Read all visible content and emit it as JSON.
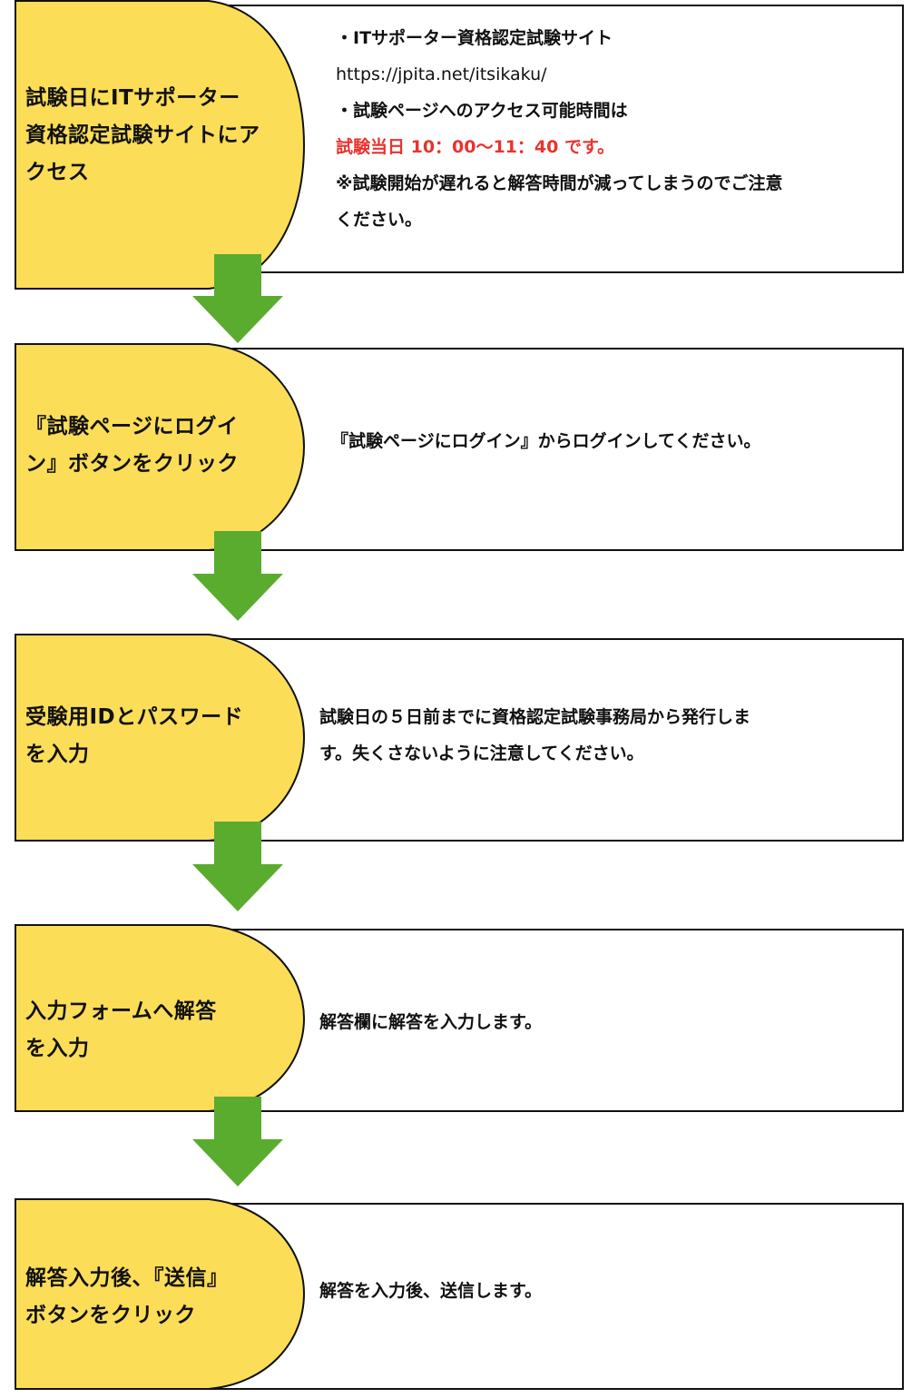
{
  "colors": {
    "tab": "#fbdd58",
    "arrow": "#5aac2e",
    "border": "#111111",
    "highlight": "#e8332f"
  },
  "steps": [
    {
      "title": [
        "試験日にITサポーター",
        "資格認定試験サイトにア",
        "クセス"
      ],
      "desc": [
        "・ITサポーター資格認定試験サイト",
        "https://jpita.net/itsikaku/",
        "・試験ページへのアクセス可能時間は",
        "試験当日 10：00〜11：40 です。",
        "※試験開始が遅れると解答時間が減ってしまうのでご注意",
        "ください。"
      ]
    },
    {
      "title": [
        "『試験ページにログイ",
        "ン』ボタンをクリック"
      ],
      "desc": [
        "『試験ページにログイン』からログインしてください。"
      ]
    },
    {
      "title": [
        "受験用IDとパスワード",
        "を入力"
      ],
      "desc": [
        "試験日の５日前までに資格認定試験事務局から発行しま",
        "す。失くさないように注意してください。"
      ]
    },
    {
      "title": [
        "入力フォームへ解答",
        "を入力"
      ],
      "desc": [
        "解答欄に解答を入力します。"
      ]
    },
    {
      "title": [
        "解答入力後、『送信』",
        "ボタンをクリック"
      ],
      "desc": [
        "解答を入力後、送信します。"
      ]
    }
  ]
}
